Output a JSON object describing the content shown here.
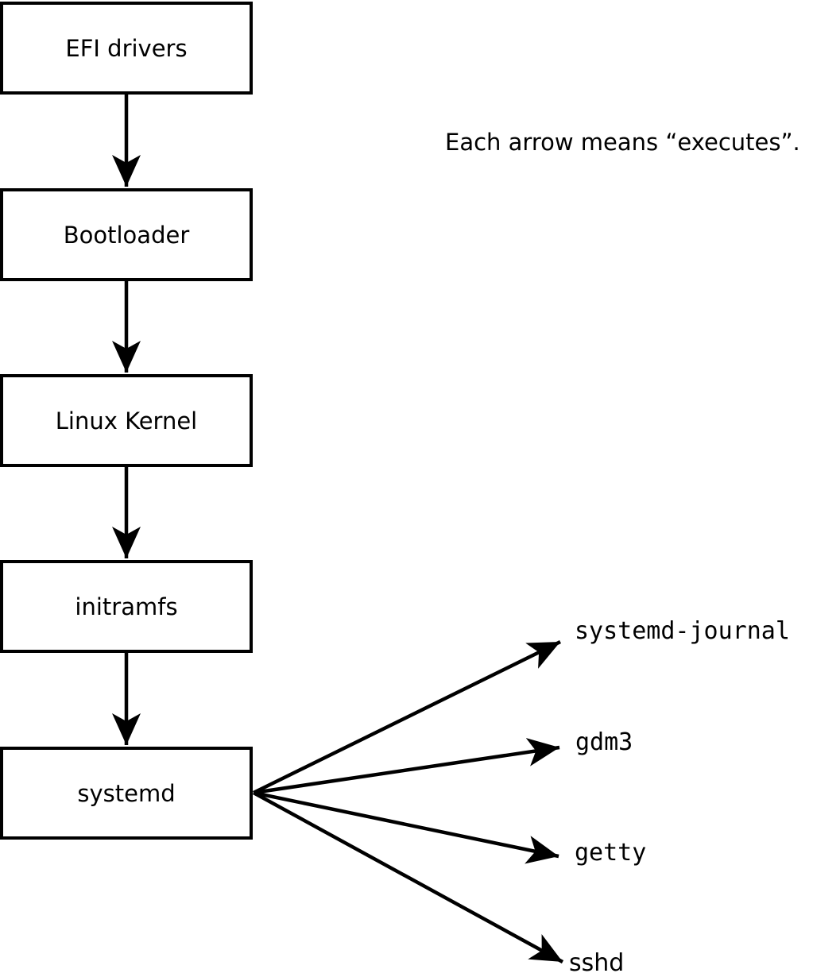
{
  "note": "Each arrow means “executes”.",
  "boxes": [
    {
      "label": "EFI drivers"
    },
    {
      "label": "Bootloader"
    },
    {
      "label": "Linux Kernel"
    },
    {
      "label": "initramfs"
    },
    {
      "label": "systemd"
    }
  ],
  "targets": [
    {
      "label": "systemd-journal"
    },
    {
      "label": "gdm3"
    },
    {
      "label": "getty"
    },
    {
      "label": "sshd"
    }
  ],
  "colors": {
    "stroke": "#000000",
    "box_fill": "#ffffff",
    "background": "#ffffff"
  }
}
